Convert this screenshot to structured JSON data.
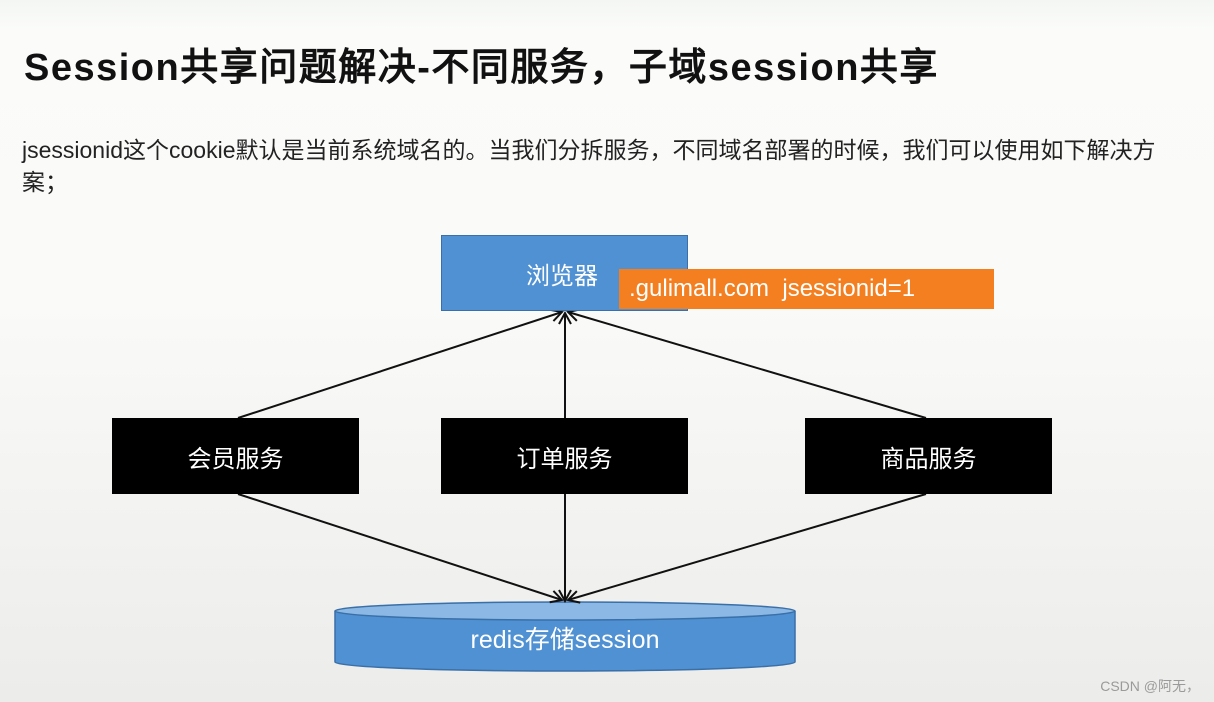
{
  "slide": {
    "title": "Session共享问题解决-不同服务，子域session共享",
    "description": "jsessionid这个cookie默认是当前系统域名的。当我们分拆服务，不同域名部署的时候，我们可以使用如下解决方案；"
  },
  "diagram": {
    "nodes": {
      "browser": "浏览器",
      "cookie": ".gulimall.com  jsessionid=1",
      "services": [
        "会员服务",
        "订单服务",
        "商品服务"
      ],
      "redis": "redis存储session"
    },
    "edges": [
      {
        "from": "会员服务",
        "to": "浏览器"
      },
      {
        "from": "订单服务",
        "to": "浏览器"
      },
      {
        "from": "商品服务",
        "to": "浏览器"
      },
      {
        "from": "会员服务",
        "to": "redis存储session"
      },
      {
        "from": "订单服务",
        "to": "redis存储session"
      },
      {
        "from": "商品服务",
        "to": "redis存储session"
      }
    ],
    "colors": {
      "browser": "#4f91d2",
      "cookie": "#f47f20",
      "service": "#000000",
      "redis": "#4f91d2"
    }
  },
  "watermark": "CSDN @阿无，"
}
